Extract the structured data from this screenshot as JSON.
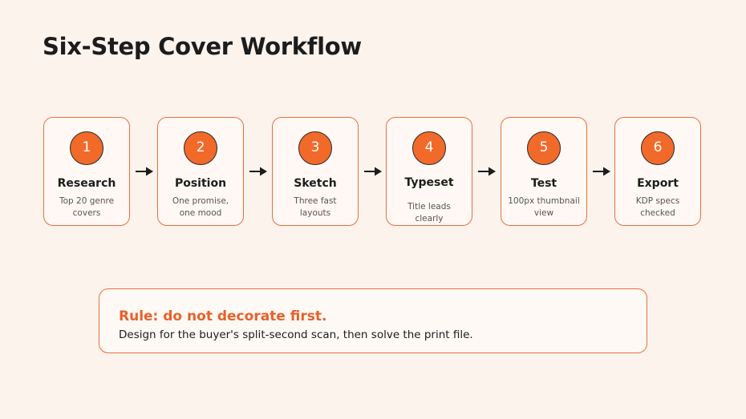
{
  "title": "Six-Step Cover Workflow",
  "steps": [
    {
      "number": "1",
      "title": "Research",
      "desc": "Top 20 genre covers"
    },
    {
      "number": "2",
      "title": "Position",
      "desc": "One promise, one mood"
    },
    {
      "number": "3",
      "title": "Sketch",
      "desc": "Three fast layouts"
    },
    {
      "number": "4",
      "title": "Typeset",
      "desc": "Title leads clearly"
    },
    {
      "number": "5",
      "title": "Test",
      "desc": "100px thumbnail view"
    },
    {
      "number": "6",
      "title": "Export",
      "desc": "KDP specs checked"
    }
  ],
  "rule": {
    "title": "Rule: do not decorate first.",
    "text": "Design for the buyer's split-second scan, then solve the print file."
  },
  "colors": {
    "accent": "#f26a2a",
    "border": "#e8703a",
    "background": "#fdf3ed"
  }
}
